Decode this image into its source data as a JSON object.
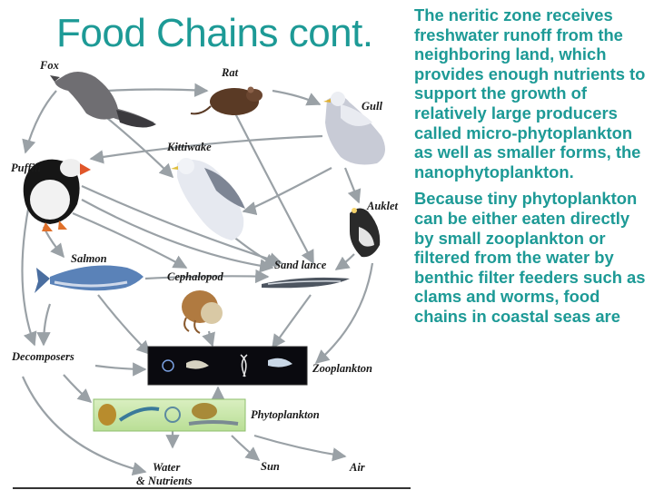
{
  "slide": {
    "title": "Food Chains cont.",
    "paragraphs": [
      "The neritic zone receives freshwater runoff from the neighboring land, which provides enough nutrients to support the growth of relatively large producers called micro-phytoplankton as well as smaller forms, the nanophytoplankton.",
      "Because tiny phytoplankton can be either eaten directly by small zooplankton or filtered from the water by benthic filter feeders such as clams and worms, food chains in coastal seas are"
    ]
  },
  "diagram": {
    "labels": {
      "fox": "Fox",
      "rat": "Rat",
      "gull": "Gull",
      "kittiwake": "Kittiwake",
      "puffin": "Puffin",
      "auklet": "Auklet",
      "salmon": "Salmon",
      "cephalopod": "Cephalopod",
      "sand_lance": "Sand lance",
      "decomposers": "Decomposers",
      "zooplankton": "Zooplankton",
      "phytoplankton": "Phytoplankton",
      "water": "Water",
      "nutrients": "& Nutrients",
      "sun": "Sun",
      "air": "Air"
    }
  },
  "colors": {
    "title": "#1d9a96",
    "body_text": "#1d9a96",
    "arrow": "#9aa1a6"
  }
}
